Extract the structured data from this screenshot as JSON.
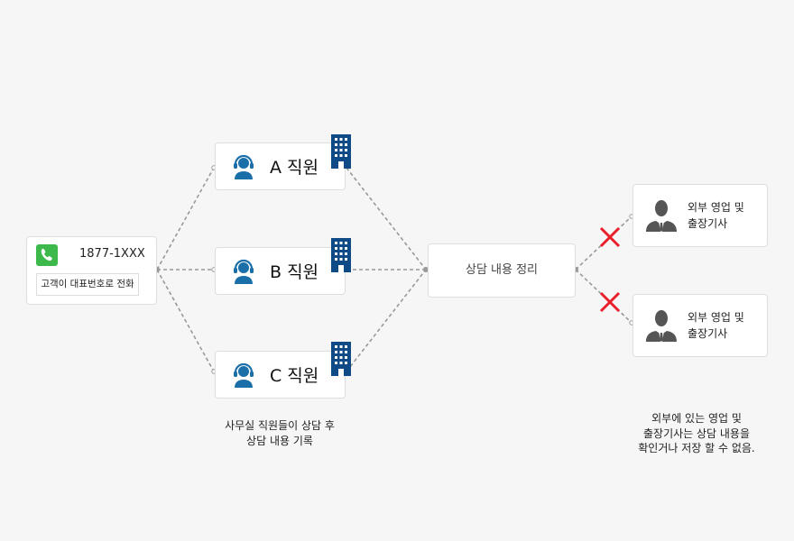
{
  "caller": {
    "phone_number": "1877-1XXX",
    "action_label": "고객이 대표번호로 전화",
    "icon": "phone-icon"
  },
  "staff": [
    {
      "label": "A 직원",
      "icon": "headset-agent-icon",
      "badge_icon": "building-icon"
    },
    {
      "label": "B 직원",
      "icon": "headset-agent-icon",
      "badge_icon": "building-icon"
    },
    {
      "label": "C 직원",
      "icon": "headset-agent-icon",
      "badge_icon": "building-icon"
    }
  ],
  "summary": {
    "label": "상담 내용 정리"
  },
  "outer": [
    {
      "line1": "외부 영업 및",
      "line2": "출장기사",
      "icon": "businessman-icon",
      "blocked": true
    },
    {
      "line1": "외부 영업 및",
      "line2": "출장기사",
      "icon": "businessman-icon",
      "blocked": true
    }
  ],
  "captions": {
    "office": [
      "사무실 직원들이 상담 후",
      "상담 내용 기록"
    ],
    "outer": [
      "외부에 있는 영업 및",
      "출장기사는 상담 내용을",
      "확인거나 저장 할 수 없음."
    ]
  },
  "colors": {
    "phone_green": "#3cb94a",
    "agent_blue": "#1a6fa8",
    "building_blue": "#0e4a86",
    "blocked_red": "#e8202a",
    "line_gray": "#999999"
  }
}
